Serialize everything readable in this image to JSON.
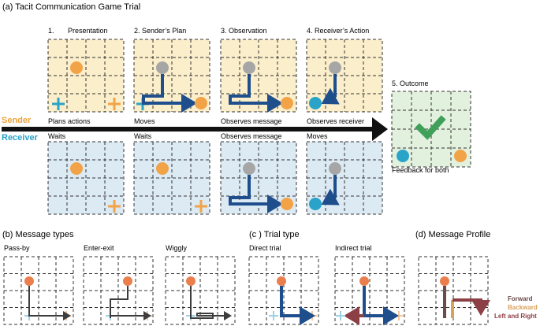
{
  "panel_a": {
    "title": "(a) Tacit Communication Game Trial",
    "steps": [
      "1.",
      "Presentation",
      "2.  Sender’s Plan",
      "3.  Observation",
      "4.  Receiver’s Action",
      "5.  Outcome"
    ],
    "roles": {
      "sender": "Sender",
      "receiver": "Receiver"
    },
    "sender_actions": [
      "Plans actions",
      "Moves",
      "Observes message",
      "Observes receiver"
    ],
    "receiver_actions": [
      "Waits",
      "Waits",
      "Observes message",
      "Moves"
    ],
    "feedback": "Feedback for both"
  },
  "panel_b": {
    "title": "(b) Message types",
    "types": [
      "Pass-by",
      "Enter-exit",
      "Wiggly"
    ]
  },
  "panel_c": {
    "title": "(c ) Trial type",
    "types": [
      "Direct trial",
      "Indirect trial"
    ]
  },
  "panel_d": {
    "title": "(d) Message Profile",
    "legend": [
      "Forward",
      "Backward",
      "Left and Right"
    ]
  },
  "colors": {
    "sender_bg": "#fbeecb",
    "receiver_bg": "#dceaf4",
    "outcome_bg": "#e2f0de",
    "sender_text": "#f0a23c",
    "receiver_text": "#2aa3c8",
    "orange": "#f2a347",
    "tomato": "#ea7f4d",
    "gray": "#a6a6a6",
    "blue_token": "#2aa3c8",
    "arrow_blue": "#1f4e8c",
    "arrow_dark": "#3d3d3d",
    "check_green": "#3fa05a",
    "forward": "#6b4b4b",
    "backward": "#d9a15a",
    "left_right": "#8c3f45"
  }
}
